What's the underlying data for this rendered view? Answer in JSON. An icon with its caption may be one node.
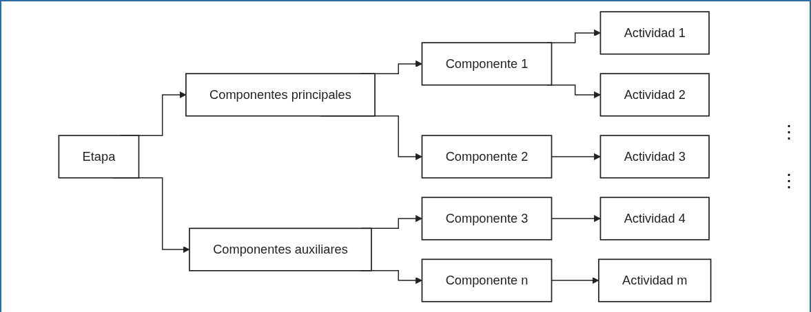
{
  "diagram": {
    "nodes": [
      {
        "text": [
          "Etapa"
        ]
      },
      {
        "text": [
          "Componentes principales"
        ]
      },
      {
        "text": [
          "Componentes auxiliares"
        ]
      },
      {
        "text": [
          "Componente 1"
        ]
      },
      {
        "text": [
          "Componente 2"
        ]
      },
      {
        "text": [
          "Componente 3"
        ]
      },
      {
        "text": [
          "Componente n"
        ]
      },
      {
        "text": [
          "Actividad 1"
        ]
      },
      {
        "text": [
          "Actividad 2"
        ]
      },
      {
        "text": [
          "Actividad 3"
        ]
      },
      {
        "text": [
          "Actividad 4"
        ]
      },
      {
        "text": [
          "Actividad m"
        ]
      }
    ],
    "edges": [
      {
        "from": 0,
        "to": 1,
        "arrow": "to"
      },
      {
        "from": 0,
        "to": 2,
        "arrow": "to"
      },
      {
        "from": 1,
        "to": 3,
        "arrow": "to"
      },
      {
        "from": 1,
        "to": 4,
        "arrow": "to"
      },
      {
        "from": 2,
        "to": 5,
        "arrow": "to"
      },
      {
        "from": 2,
        "to": 6,
        "arrow": "to"
      },
      {
        "from": 3,
        "to": 7,
        "arrow": "to"
      },
      {
        "from": 3,
        "to": 8,
        "arrow": "to"
      },
      {
        "from": 4,
        "to": 9,
        "arrow": "to"
      },
      {
        "from": 5,
        "to": 10,
        "arrow": "to"
      },
      {
        "from": 6,
        "to": 11,
        "arrow": "to"
      }
    ],
    "labels": [
      "⋮",
      "⋮"
    ]
  }
}
